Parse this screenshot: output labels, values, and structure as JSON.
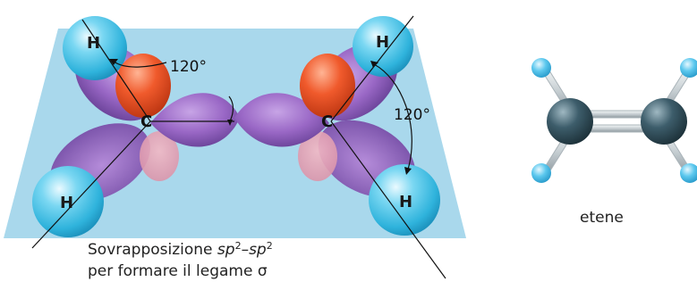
{
  "diagram": {
    "hydrogen_label": "H",
    "carbon_label": "C",
    "angle_label_left": "120°",
    "angle_label_right": "120°",
    "caption": {
      "line1_prefix": "Sovrapposizione ",
      "orbital_a": "sp",
      "exp_a": "2",
      "dash": "–",
      "orbital_b": "sp",
      "exp_b": "2",
      "line2": "per formare il legame σ"
    },
    "molecule_label": "etene"
  },
  "colors": {
    "plane": "#a9d8ec",
    "lobe": "#9b6cc2",
    "p_orbital": "#e8522a",
    "hydrogen": "#4cc3e6",
    "carbon_ball": "#34525f",
    "bond": "#cfd6da"
  }
}
